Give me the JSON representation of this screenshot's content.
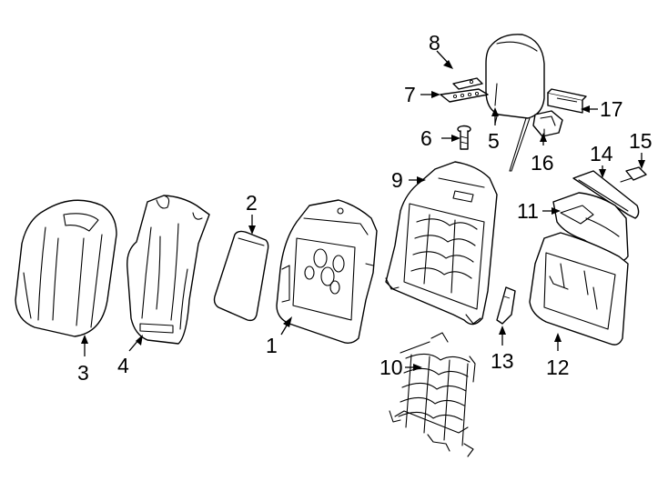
{
  "callouts": [
    {
      "id": "1",
      "label": "1"
    },
    {
      "id": "2",
      "label": "2"
    },
    {
      "id": "3",
      "label": "3"
    },
    {
      "id": "4",
      "label": "4"
    },
    {
      "id": "5",
      "label": "5"
    },
    {
      "id": "6",
      "label": "6"
    },
    {
      "id": "7",
      "label": "7"
    },
    {
      "id": "8",
      "label": "8"
    },
    {
      "id": "9",
      "label": "9"
    },
    {
      "id": "10",
      "label": "10"
    },
    {
      "id": "11",
      "label": "11"
    },
    {
      "id": "12",
      "label": "12"
    },
    {
      "id": "13",
      "label": "13"
    },
    {
      "id": "14",
      "label": "14"
    },
    {
      "id": "15",
      "label": "15"
    },
    {
      "id": "16",
      "label": "16"
    },
    {
      "id": "17",
      "label": "17"
    }
  ],
  "colors": {
    "line": "#000000",
    "background": "#ffffff"
  }
}
